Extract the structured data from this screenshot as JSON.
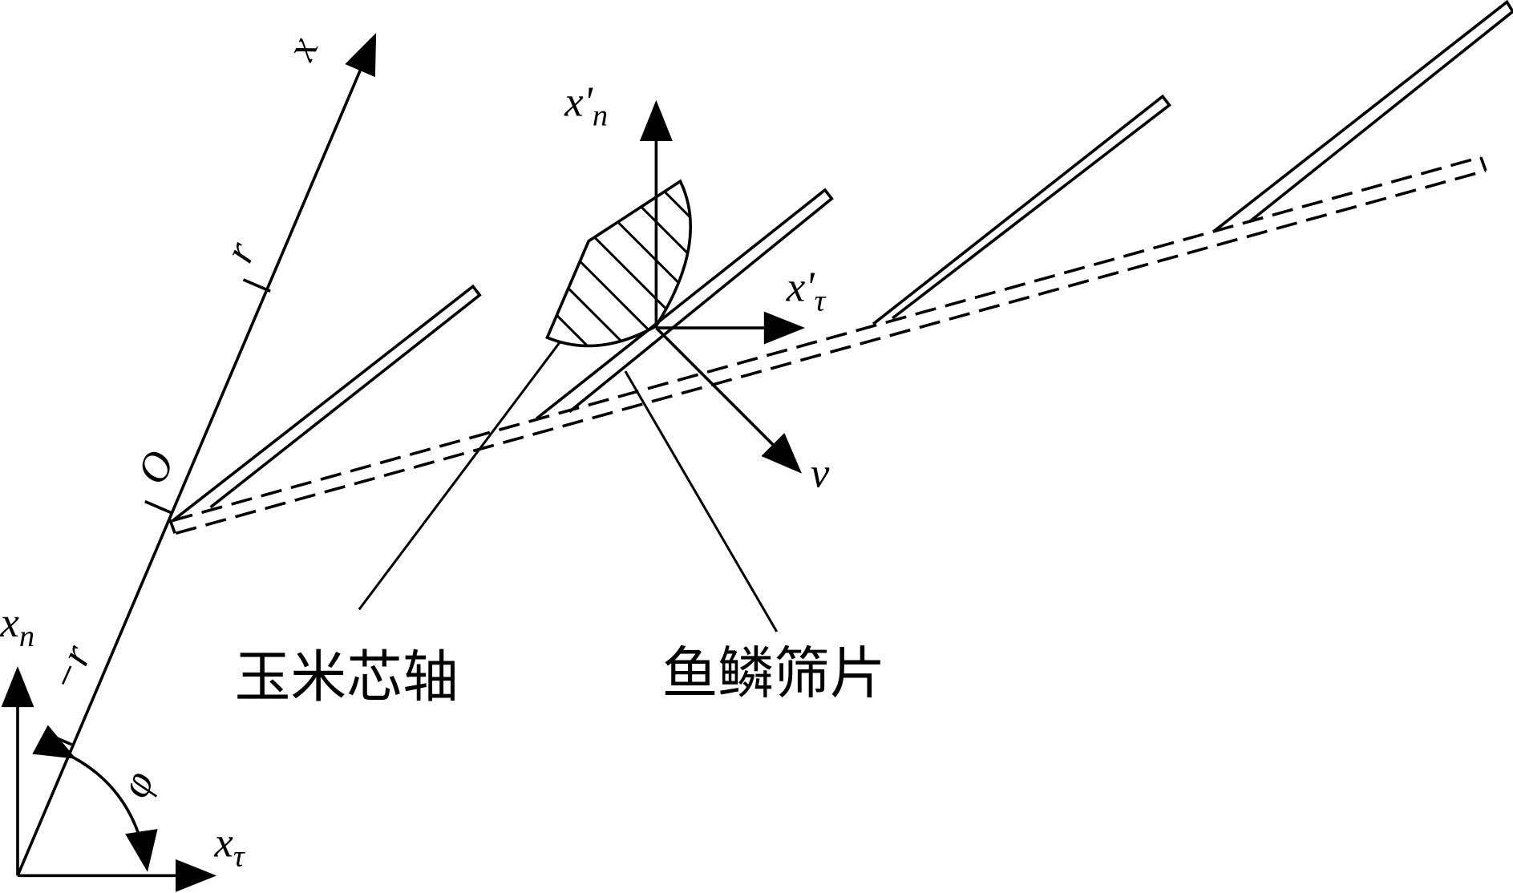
{
  "labels": {
    "x_axis": "x",
    "r_upper": "r",
    "origin": "O",
    "r_lower": "−r",
    "xn": "x",
    "xn_sub": "n",
    "xtau": "x",
    "xtau_sub": "τ",
    "phi": "φ",
    "xn_prime": "x'",
    "xn_prime_sub": "n",
    "xtau_prime": "x'",
    "xtau_prime_sub": "τ",
    "v": "v"
  },
  "callouts": {
    "corn_cob": "玉米芯轴",
    "fish_scale_sieve": "鱼鳞筛片"
  }
}
